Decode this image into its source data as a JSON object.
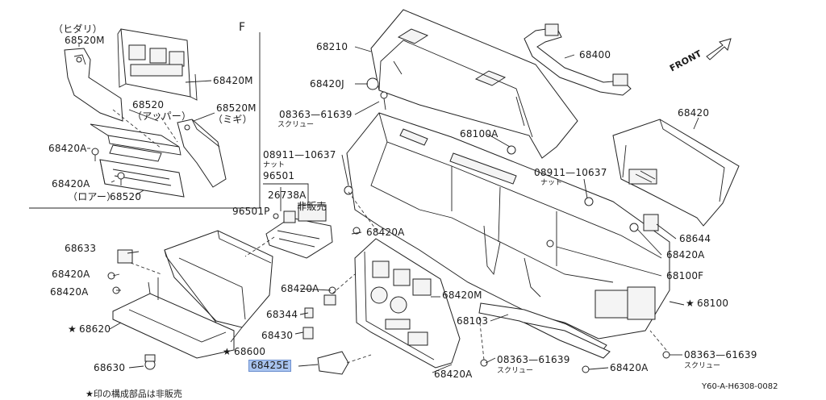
{
  "inset": {
    "letter": "F",
    "labels": {
      "hidari": "（ヒダリ）",
      "p68520M_top": "68520M",
      "p68420M_inset": "68420M",
      "p68520_upper": "68520",
      "upper": "（アッパー）",
      "p68520M_right": "68520M",
      "migi": "（ミギ）",
      "p68420A_1": "68420A",
      "p68420A_2": "68420A",
      "lower": "（ロアー）",
      "p68520_lower": "68520"
    }
  },
  "labels": {
    "p68210": "68210",
    "p68400": "68400",
    "front": "FRONT",
    "p68420J": "68420J",
    "p08363_61639_a": "08363—61639",
    "screw_a": "スクリュー",
    "p68100A": "68100A",
    "p68420": "68420",
    "p08911_10637_a": "08911—10637",
    "nut_a": "ナット",
    "p96501": "96501",
    "p26738A": "26738A",
    "p96501P": "96501P",
    "hihanbai": "非販売",
    "p08911_10637_b": "08911—10637",
    "nut_b": "ナット",
    "p68420A_c": "68420A",
    "p68644": "68644",
    "p68633": "68633",
    "p68420A_d": "68420A",
    "p68420A_e": "68420A",
    "p68420A_f": "68420A",
    "p68420M_main": "68420M",
    "p68100F": "68100F",
    "p68420A_g": "68420A",
    "p68100": "68100",
    "star_68100": "★",
    "p68620": "68620",
    "star_68620": "★",
    "p68344": "68344",
    "p68103": "68103",
    "p68430": "68430",
    "p68600": "68600",
    "star_68600": "★",
    "p68630": "68630",
    "p68425E": "68425E",
    "p68420A_h": "68420A",
    "p08363_61639_b": "08363—61639",
    "screw_b": "スクリュー",
    "p68420A_i": "68420A",
    "p08363_61639_c": "08363—61639",
    "screw_c": "スクリュー"
  },
  "footer": {
    "note": "★印の構成部品は非販売",
    "diagram_code": "Y60-A-H6308-0082"
  },
  "highlight_color": "#a9c4ef"
}
